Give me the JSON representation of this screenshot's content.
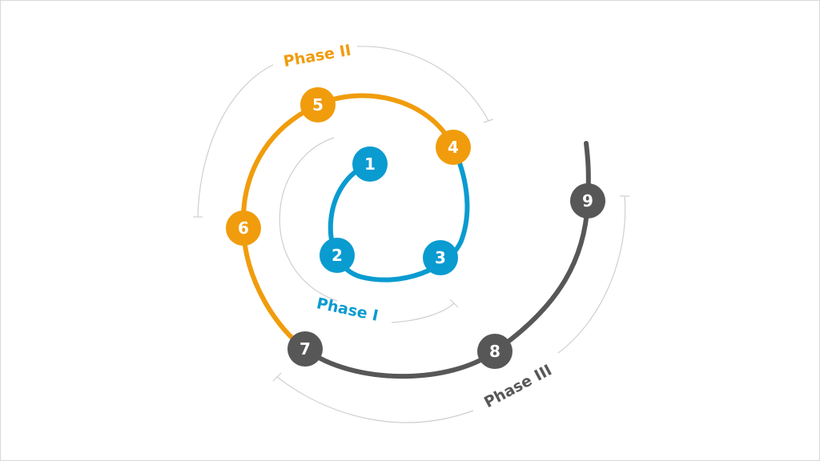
{
  "colors": {
    "phase1": "#0A9BD0",
    "phase2": "#F09C0C",
    "phase3": "#575757",
    "guide": "#CFCFCF",
    "node_text": "#FFFFFF"
  },
  "phases": [
    {
      "label": "Phase I"
    },
    {
      "label": "Phase II"
    },
    {
      "label": "Phase III"
    }
  ],
  "nodes": [
    {
      "label": "1",
      "phase": 1
    },
    {
      "label": "2",
      "phase": 1
    },
    {
      "label": "3",
      "phase": 1
    },
    {
      "label": "4",
      "phase": 2
    },
    {
      "label": "5",
      "phase": 2
    },
    {
      "label": "6",
      "phase": 2
    },
    {
      "label": "7",
      "phase": 3
    },
    {
      "label": "8",
      "phase": 3
    },
    {
      "label": "9",
      "phase": 3
    }
  ]
}
